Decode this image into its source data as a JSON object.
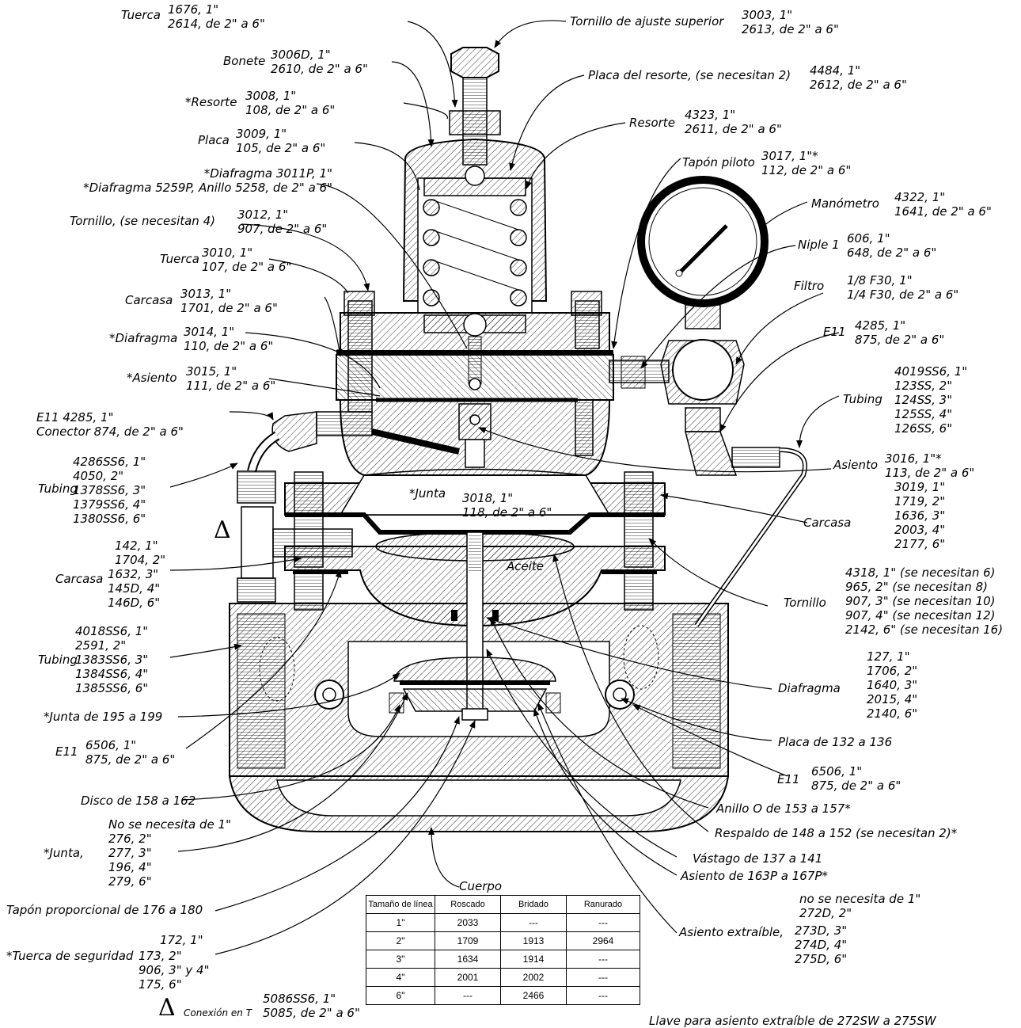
{
  "labels": {
    "tuerca_top": "Tuerca",
    "tuerca_top_codes": "1676, 1\"\n2614, de 2\" a 6\"",
    "tornillo_ajuste": "Tornillo de ajuste superior",
    "tornillo_ajuste_codes": "3003, 1\"\n2613, de 2\" a 6\"",
    "bonete": "Bonete",
    "bonete_codes": "3006D, 1\"\n2610, de 2\" a 6\"",
    "placa_resorte": "Placa del resorte, (se necesitan 2)",
    "placa_resorte_codes": "4484, 1\"\n2612, de 2\" a 6\"",
    "resorte_left": "*Resorte",
    "resorte_left_codes": "3008, 1\"\n108, de 2\" a 6\"",
    "resorte_right": "Resorte",
    "resorte_right_codes": "4323, 1\"\n2611, de 2\" a 6\"",
    "placa": "Placa",
    "placa_codes": "3009, 1\"\n105, de 2\" a 6\"",
    "tapon_piloto": "Tapón piloto",
    "tapon_piloto_codes": "3017, 1\"*\n112, de 2\" a 6\"",
    "diafragma_3011": "*Diafragma 3011P, 1\"\n*Diafragma 5259P, Anillo 5258, de 2\" a 6\"",
    "manometro": "Manómetro",
    "manometro_codes": "4322, 1\"\n1641, de 2\" a 6\"",
    "tornillo4": "Tornillo, (se necesitan 4)",
    "tornillo4_codes": "3012, 1\"\n907, de 2\" a 6\"",
    "niple": "Niple 1",
    "niple_codes": "606, 1\"\n648, de 2\" a 6\"",
    "tuerca_mid": "Tuerca",
    "tuerca_mid_codes": "3010, 1\"\n107, de 2\" a 6\"",
    "filtro": "Filtro",
    "filtro_codes": "1/8 F30, 1\"\n1/4 F30, de 2\" a 6\"",
    "carcasa_top": "Carcasa",
    "carcasa_top_codes": "3013, 1\"\n1701, de 2\" a 6\"",
    "e11_right": "E11",
    "e11_right_codes": "4285, 1\"\n875, de 2\" a 6\"",
    "diafragma_3014": "*Diafragma",
    "diafragma_3014_codes": "3014, 1\"\n110, de 2\" a 6\"",
    "tubing_right": "Tubing",
    "tubing_right_codes": "4019SS6, 1\"\n123SS, 2\"\n124SS, 3\"\n125SS, 4\"\n126SS, 6\"",
    "asiento_3015": "*Asiento",
    "asiento_3015_codes": "3015, 1\"\n111, de 2\" a 6\"",
    "e11_conector": "E11 4285, 1\"\nConector 874, de 2\" a 6\"",
    "asiento_3016": "Asiento",
    "asiento_3016_codes": "3016, 1\"*\n113, de 2\" a 6\"",
    "tubing_left_codes": "4286SS6, 1\"\n4050, 2\"\n1378SS6, 3\"\n1379SS6, 4\"\n1380SS6, 6\"",
    "tubing_left": "Tubing",
    "junta_3018": "*Junta",
    "junta_3018_codes": "3018, 1\"\n118, de 2\" a 6\"",
    "carcasa_right_codes": "3019, 1\"\n1719, 2\"\n1636, 3\"\n2003, 4\"\n2177, 6\"",
    "carcasa_right": "Carcasa",
    "carcasa_left_codes1": "142, 1\"\n1704, 2\"",
    "carcasa_left": "Carcasa",
    "carcasa_left_codes2": "1632, 3\"\n145D, 4\"\n146D, 6\"",
    "aceite": "Aceite",
    "tornillo_codes": "4318, 1\" (se necesitan 6)\n965, 2\" (se necesitan 8)\n907, 3\" (se necesitan 10)\n907, 4\" (se necesitan 12)\n2142, 6\" (se necesitan 16)",
    "tornillo": "Tornillo",
    "tubing_lower_codes": "4018SS6, 1\"\n2591, 2\"\n1383SS6, 3\"\n1384SS6, 4\"\n1385SS6, 6\"",
    "tubing_lower": "Tubing",
    "diafragma_codes": "127, 1\"\n1706, 2\"\n1640, 3\"\n2015, 4\"\n2140, 6\"",
    "diafragma": "Diafragma",
    "junta_195": "*Junta de 195 a 199",
    "placa_132": "Placa de 132 a 136",
    "e11_left": "E11",
    "e11_left_codes": "6506, 1\"\n875, de 2\" a 6\"",
    "e11_low_right": "E11",
    "e11_low_right_codes": "6506, 1\"\n875, de 2\" a 6\"",
    "disco": "Disco de 158 a 162",
    "anillo_o": "Anillo O de 153 a 157*",
    "respaldo": "Respaldo de 148 a 152 (se necesitan 2)*",
    "junta_codes": "No se necesita de 1\"\n276, 2\"\n277, 3\"\n196, 4\"\n279, 6\"",
    "junta": "*Junta,",
    "vastago": "Vástago de 137 a 141",
    "asiento_163": "Asiento de 163P a 167P*",
    "cuerpo": "Cuerpo",
    "tapon_prop": "Tapón proporcional de 176 a 180",
    "asiento_extr_codes": "no se necesita de 1\"\n272D, 2\"",
    "asiento_extr": "Asiento extraíble,",
    "asiento_extr_codes2": "273D, 3\"\n274D, 4\"\n275D, 6\"",
    "tuerca_seg_codes": "172, 1\"",
    "tuerca_seg": "*Tuerca de seguridad",
    "tuerca_seg_codes2": "173, 2\"\n906, 3\" y 4\"\n175, 6\"",
    "conexion_t": "Conexión en T",
    "conexion_t_codes": "5086SS6, 1\"\n5085, de 2\" a 6\"",
    "llave": "Llave para asiento extraíble de 272SW a 275SW",
    "delta": "Δ"
  },
  "table": {
    "headers": [
      "Tamaño de línea",
      "Roscado",
      "Bridado",
      "Ranurado"
    ],
    "rows": [
      [
        "1\"",
        "2033",
        "---",
        "---"
      ],
      [
        "2\"",
        "1709",
        "1913",
        "2964"
      ],
      [
        "3\"",
        "1634",
        "1914",
        "---"
      ],
      [
        "4\"",
        "2001",
        "2002",
        "---"
      ],
      [
        "6\"",
        "---",
        "2466",
        "---"
      ]
    ]
  }
}
